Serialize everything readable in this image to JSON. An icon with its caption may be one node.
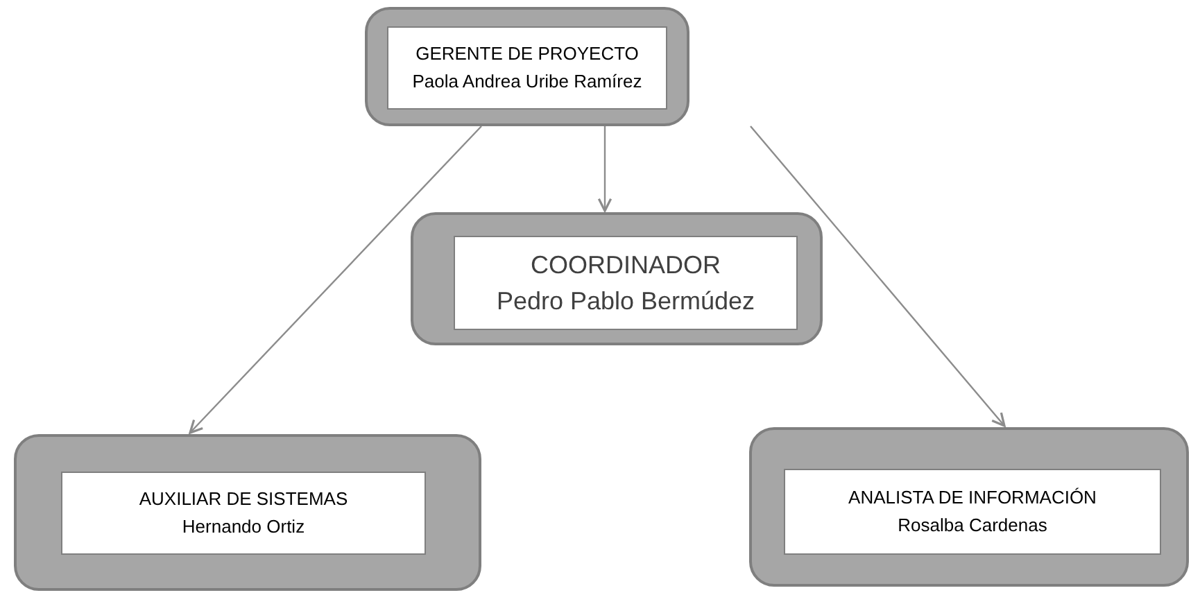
{
  "diagram": {
    "nodes": [
      {
        "text": [
          "GERENTE DE PROYECTO",
          "Paola Andrea Uribe Ramírez"
        ]
      },
      {
        "text": [
          "COORDINADOR",
          "Pedro Pablo Bermúdez"
        ]
      },
      {
        "text": [
          "AUXILIAR DE SISTEMAS",
          "Hernando Ortiz"
        ]
      },
      {
        "text": [
          "ANALISTA DE INFORMACIÓN",
          "Rosalba Cardenas"
        ]
      }
    ],
    "edges": [
      {
        "from": 0,
        "to": 2,
        "arrow": "to"
      },
      {
        "from": 0,
        "to": 1,
        "arrow": "to"
      },
      {
        "from": 0,
        "to": 3,
        "arrow": "to"
      }
    ]
  }
}
